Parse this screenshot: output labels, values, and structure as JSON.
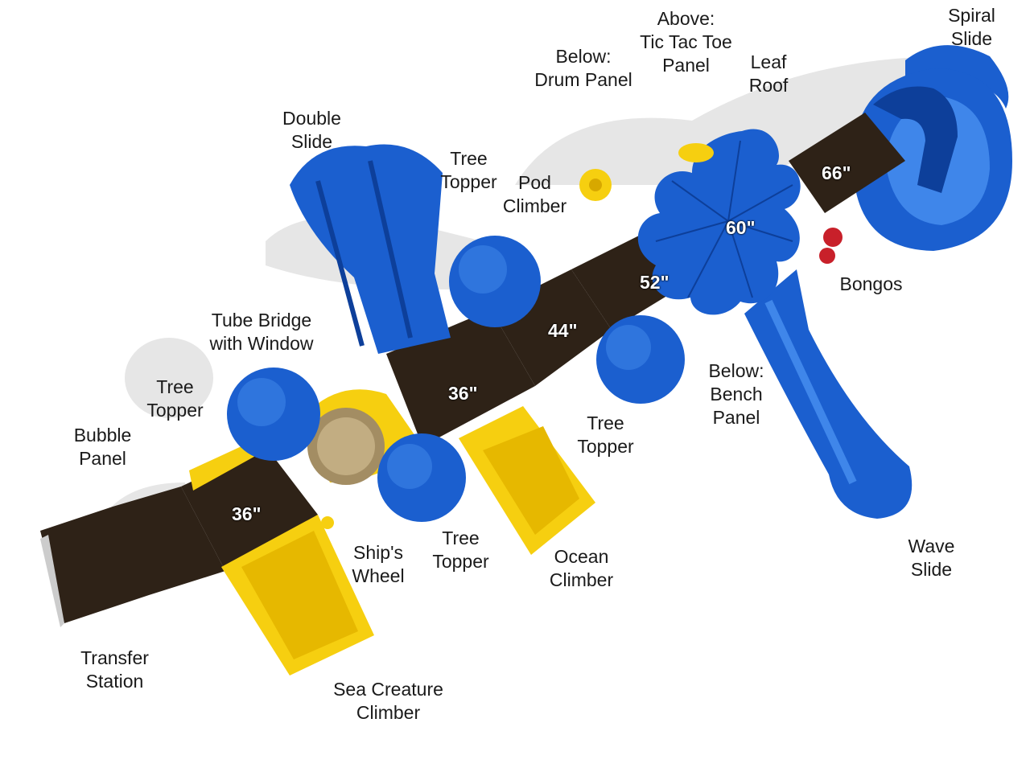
{
  "colors": {
    "deck": "#2e2217",
    "deck_edge": "#1a120b",
    "blue": "#1b5fcf",
    "blue_dark": "#0d3f9a",
    "blue_light": "#3f86ea",
    "yellow": "#f6cf10",
    "yellow_dark": "#d7a800",
    "shadow": "#e4e4e4",
    "red": "#c8202a",
    "tan": "#a38d63"
  },
  "labels": {
    "spiral_slide": [
      "Spiral",
      "Slide"
    ],
    "tic_tac_toe": [
      "Above:",
      "Tic Tac Toe",
      "Panel"
    ],
    "leaf_roof": [
      "Leaf",
      "Roof"
    ],
    "drum_panel": [
      "Below:",
      "Drum Panel"
    ],
    "double_slide": [
      "Double",
      "Slide"
    ],
    "tree_topper_top": [
      "Tree",
      "Topper"
    ],
    "pod_climber": [
      "Pod",
      "Climber"
    ],
    "bongos": [
      "Bongos"
    ],
    "tube_bridge": [
      "Tube Bridge",
      "with Window"
    ],
    "bench_panel": [
      "Below:",
      "Bench",
      "Panel"
    ],
    "tree_topper_left": [
      "Tree",
      "Topper"
    ],
    "bubble_panel": [
      "Bubble",
      "Panel"
    ],
    "tree_topper_mid": [
      "Tree",
      "Topper"
    ],
    "ships_wheel": [
      "Ship's",
      "Wheel"
    ],
    "tree_topper_bottom": [
      "Tree",
      "Topper"
    ],
    "ocean_climber": [
      "Ocean",
      "Climber"
    ],
    "wave_slide": [
      "Wave",
      "Slide"
    ],
    "transfer_station": [
      "Transfer",
      "Station"
    ],
    "sea_creature_climber": [
      "Sea Creature",
      "Climber"
    ]
  },
  "deck_heights": {
    "h66": "66\"",
    "h60": "60\"",
    "h52": "52\"",
    "h44": "44\"",
    "h36_mid": "36\"",
    "h36_left": "36\""
  }
}
